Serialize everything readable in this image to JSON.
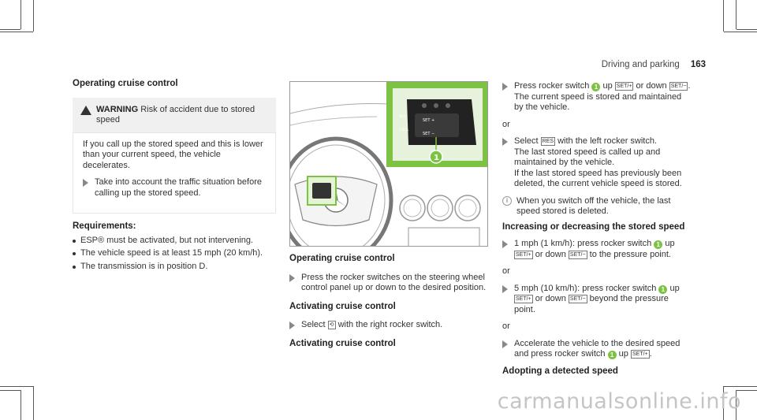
{
  "header": {
    "section": "Driving and parking",
    "page_number": "163"
  },
  "col_a": {
    "heading": "Operating cruise control",
    "warning": {
      "title": "WARNING",
      "subtitle": "Risk of accident due to stored speed",
      "body": "If you call up the stored speed and this is lower than your current speed, the vehicle decelerates.",
      "step": "Take into account the traffic situation before calling up the stored speed."
    },
    "requirements_heading": "Requirements:",
    "requirements": [
      "ESP® must be activated, but not intervening.",
      "The vehicle speed is at least 15 mph (20 km/h).",
      "The transmission is in position D."
    ]
  },
  "figure": {
    "callout": "1",
    "set_plus": "SET +",
    "set_minus": "SET −",
    "res": "RES",
    "cncl": "CNCL"
  },
  "col_b": {
    "heading1": "Operating cruise control",
    "step1": "Press the rocker switches on the steering wheel control panel up or down to the desired position.",
    "heading2": "Activating cruise control",
    "step2_pre": "Select",
    "step2_post": "with the right rocker switch.",
    "heading3": "Activating cruise control"
  },
  "col_c": {
    "step1_a": "Press rocker switch",
    "step1_b": "up",
    "step1_c": "or down",
    "step1_d": ".",
    "step1_e": "The current speed is stored and maintained by the vehicle.",
    "or1": "or",
    "step2_a": "Select",
    "step2_b": "with the left rocker switch.",
    "step2_c": "The last stored speed is called up and maintained by the vehicle.",
    "step2_d": "If the last stored speed has previously been deleted, the current vehicle speed is stored.",
    "info": "When you switch off the vehicle, the last speed stored is deleted.",
    "heading": "Increasing or decreasing the stored speed",
    "step3_a": "1 mph (1 km/h): press rocker switch",
    "step3_b": "up",
    "step3_c": "or down",
    "step3_d": "to the pressure point.",
    "or2": "or",
    "step4_a": "5 mph (10 km/h): press rocker switch",
    "step4_b": "up",
    "step4_c": "or down",
    "step4_d": "beyond the pressure point.",
    "or3": "or",
    "step5_a": "Accelerate the vehicle to the desired speed and press rocker switch",
    "step5_b": "up",
    "step5_c": ".",
    "heading2": "Adopting a detected speed"
  },
  "symbols": {
    "set_plus": "SET/+",
    "set_minus": "SET/−",
    "res": "RES",
    "cruise": "⟲",
    "d": "D",
    "callout": "1"
  },
  "watermark": "carmanualsonline.info"
}
